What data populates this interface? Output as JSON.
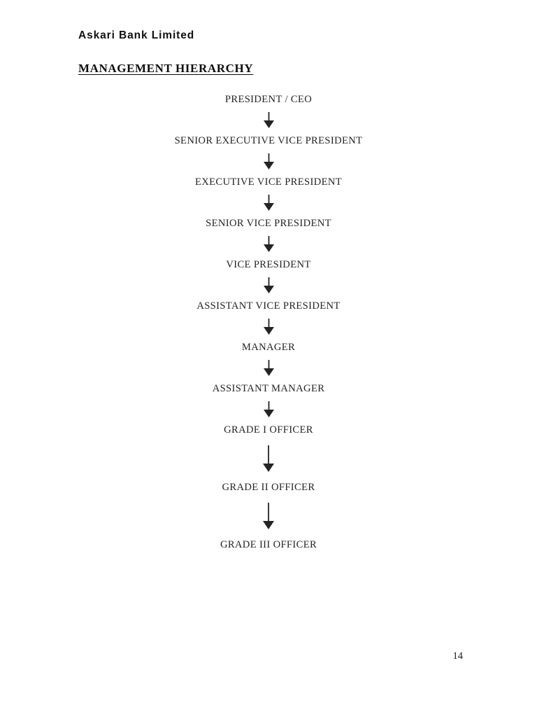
{
  "document": {
    "company_header": "Askari Bank Limited",
    "section_title": "MANAGEMENT HIERARCHY",
    "page_number": "14",
    "text_color": "#242424",
    "background_color": "#ffffff"
  },
  "chart_data": {
    "type": "diagram",
    "title": "MANAGEMENT HIERARCHY",
    "orientation": "vertical-top-down",
    "connector": "down-arrow",
    "levels": [
      {
        "rank": 1,
        "label": "PRESIDENT / CEO",
        "arrow_after": true,
        "arrow_length": "short"
      },
      {
        "rank": 2,
        "label": "SENIOR EXECUTIVE VICE PRESIDENT",
        "arrow_after": true,
        "arrow_length": "short"
      },
      {
        "rank": 3,
        "label": "EXECUTIVE VICE PRESIDENT",
        "arrow_after": true,
        "arrow_length": "short"
      },
      {
        "rank": 4,
        "label": "SENIOR VICE PRESIDENT",
        "arrow_after": true,
        "arrow_length": "short"
      },
      {
        "rank": 5,
        "label": "VICE PRESIDENT",
        "arrow_after": true,
        "arrow_length": "short"
      },
      {
        "rank": 6,
        "label": "ASSISTANT VICE PRESIDENT",
        "arrow_after": true,
        "arrow_length": "short"
      },
      {
        "rank": 7,
        "label": "MANAGER",
        "arrow_after": true,
        "arrow_length": "short"
      },
      {
        "rank": 8,
        "label": "ASSISTANT MANAGER",
        "arrow_after": true,
        "arrow_length": "short"
      },
      {
        "rank": 9,
        "label": "GRADE I OFFICER",
        "arrow_after": true,
        "arrow_length": "long"
      },
      {
        "rank": 10,
        "label": "GRADE II OFFICER",
        "arrow_after": true,
        "arrow_length": "long"
      },
      {
        "rank": 11,
        "label": "GRADE III OFFICER",
        "arrow_after": false,
        "arrow_length": "none"
      }
    ]
  }
}
